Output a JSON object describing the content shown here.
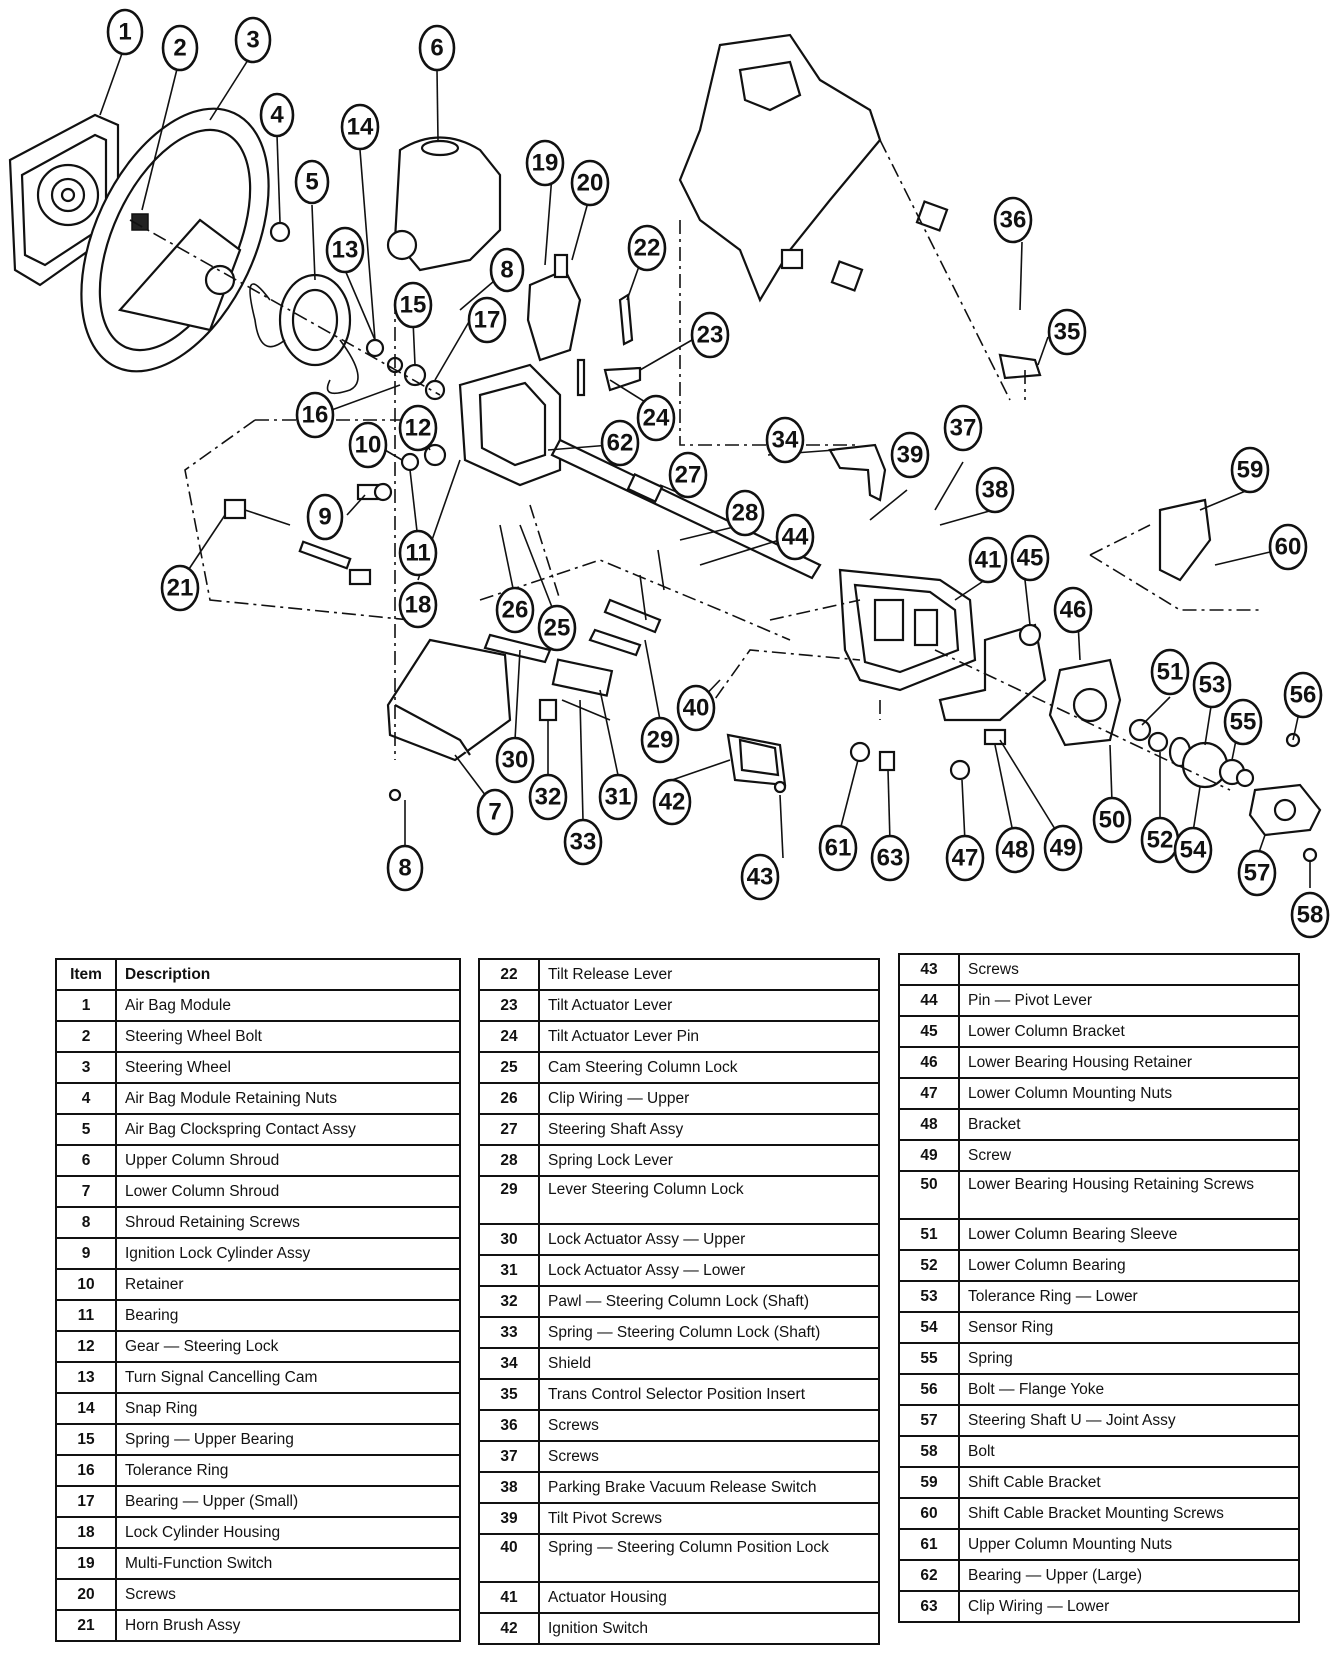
{
  "legend": {
    "header_item": "Item",
    "header_description": "Description",
    "table1": [
      {
        "item": "1",
        "description": "Air Bag Module"
      },
      {
        "item": "2",
        "description": "Steering Wheel Bolt"
      },
      {
        "item": "3",
        "description": "Steering Wheel"
      },
      {
        "item": "4",
        "description": "Air Bag Module Retaining Nuts"
      },
      {
        "item": "5",
        "description": "Air Bag Clockspring Contact Assy"
      },
      {
        "item": "6",
        "description": "Upper Column Shroud"
      },
      {
        "item": "7",
        "description": "Lower Column Shroud"
      },
      {
        "item": "8",
        "description": "Shroud Retaining Screws"
      },
      {
        "item": "9",
        "description": "Ignition Lock Cylinder Assy"
      },
      {
        "item": "10",
        "description": "Retainer"
      },
      {
        "item": "11",
        "description": "Bearing"
      },
      {
        "item": "12",
        "description": "Gear — Steering Lock"
      },
      {
        "item": "13",
        "description": "Turn Signal Cancelling Cam"
      },
      {
        "item": "14",
        "description": "Snap Ring"
      },
      {
        "item": "15",
        "description": "Spring — Upper Bearing"
      },
      {
        "item": "16",
        "description": "Tolerance Ring"
      },
      {
        "item": "17",
        "description": "Bearing — Upper (Small)"
      },
      {
        "item": "18",
        "description": "Lock Cylinder Housing"
      },
      {
        "item": "19",
        "description": "Multi-Function Switch"
      },
      {
        "item": "20",
        "description": "Screws"
      },
      {
        "item": "21",
        "description": "Horn Brush Assy"
      }
    ],
    "table2": [
      {
        "item": "22",
        "description": "Tilt Release Lever"
      },
      {
        "item": "23",
        "description": "Tilt Actuator Lever"
      },
      {
        "item": "24",
        "description": "Tilt Actuator Lever Pin"
      },
      {
        "item": "25",
        "description": "Cam Steering Column Lock"
      },
      {
        "item": "26",
        "description": "Clip Wiring — Upper"
      },
      {
        "item": "27",
        "description": "Steering Shaft Assy"
      },
      {
        "item": "28",
        "description": "Spring Lock Lever"
      },
      {
        "item": "29",
        "description": "Lever Steering Column Lock"
      },
      {
        "item": "30",
        "description": "Lock Actuator Assy — Upper"
      },
      {
        "item": "31",
        "description": "Lock Actuator Assy — Lower"
      },
      {
        "item": "32",
        "description": "Pawl — Steering Column Lock (Shaft)"
      },
      {
        "item": "33",
        "description": "Spring — Steering Column Lock (Shaft)"
      },
      {
        "item": "34",
        "description": "Shield"
      },
      {
        "item": "35",
        "description": "Trans Control Selector Position Insert"
      },
      {
        "item": "36",
        "description": "Screws"
      },
      {
        "item": "37",
        "description": "Screws"
      },
      {
        "item": "38",
        "description": "Parking Brake Vacuum Release Switch"
      },
      {
        "item": "39",
        "description": "Tilt Pivot Screws"
      },
      {
        "item": "40",
        "description": "Spring — Steering Column Position Lock"
      },
      {
        "item": "41",
        "description": "Actuator Housing"
      },
      {
        "item": "42",
        "description": "Ignition Switch"
      }
    ],
    "table3": [
      {
        "item": "43",
        "description": "Screws"
      },
      {
        "item": "44",
        "description": "Pin — Pivot Lever"
      },
      {
        "item": "45",
        "description": "Lower Column Bracket"
      },
      {
        "item": "46",
        "description": "Lower Bearing Housing Retainer"
      },
      {
        "item": "47",
        "description": "Lower Column Mounting Nuts"
      },
      {
        "item": "48",
        "description": "Bracket"
      },
      {
        "item": "49",
        "description": "Screw"
      },
      {
        "item": "50",
        "description": "Lower Bearing Housing Retaining Screws"
      },
      {
        "item": "51",
        "description": "Lower Column Bearing Sleeve"
      },
      {
        "item": "52",
        "description": "Lower Column Bearing"
      },
      {
        "item": "53",
        "description": "Tolerance Ring — Lower"
      },
      {
        "item": "54",
        "description": "Sensor Ring"
      },
      {
        "item": "55",
        "description": "Spring"
      },
      {
        "item": "56",
        "description": "Bolt — Flange Yoke"
      },
      {
        "item": "57",
        "description": "Steering Shaft U — Joint Assy"
      },
      {
        "item": "58",
        "description": "Bolt"
      },
      {
        "item": "59",
        "description": "Shift Cable Bracket"
      },
      {
        "item": "60",
        "description": "Shift Cable Bracket Mounting Screws"
      },
      {
        "item": "61",
        "description": "Upper Column Mounting Nuts"
      },
      {
        "item": "62",
        "description": "Bearing — Upper (Large)"
      },
      {
        "item": "63",
        "description": "Clip Wiring — Lower"
      }
    ]
  },
  "callouts": [
    "1",
    "2",
    "3",
    "4",
    "5",
    "6",
    "14",
    "13",
    "8",
    "15",
    "17",
    "19",
    "20",
    "22",
    "23",
    "24",
    "16",
    "10",
    "12",
    "62",
    "9",
    "11",
    "18",
    "21",
    "26",
    "25",
    "27",
    "28",
    "44",
    "29",
    "30",
    "32",
    "33",
    "31",
    "42",
    "40",
    "7",
    "8",
    "34",
    "39",
    "37",
    "38",
    "36",
    "35",
    "41",
    "45",
    "46",
    "59",
    "60",
    "51",
    "53",
    "56",
    "55",
    "61",
    "63",
    "47",
    "48",
    "49",
    "50",
    "52",
    "54",
    "57",
    "58",
    "43"
  ]
}
